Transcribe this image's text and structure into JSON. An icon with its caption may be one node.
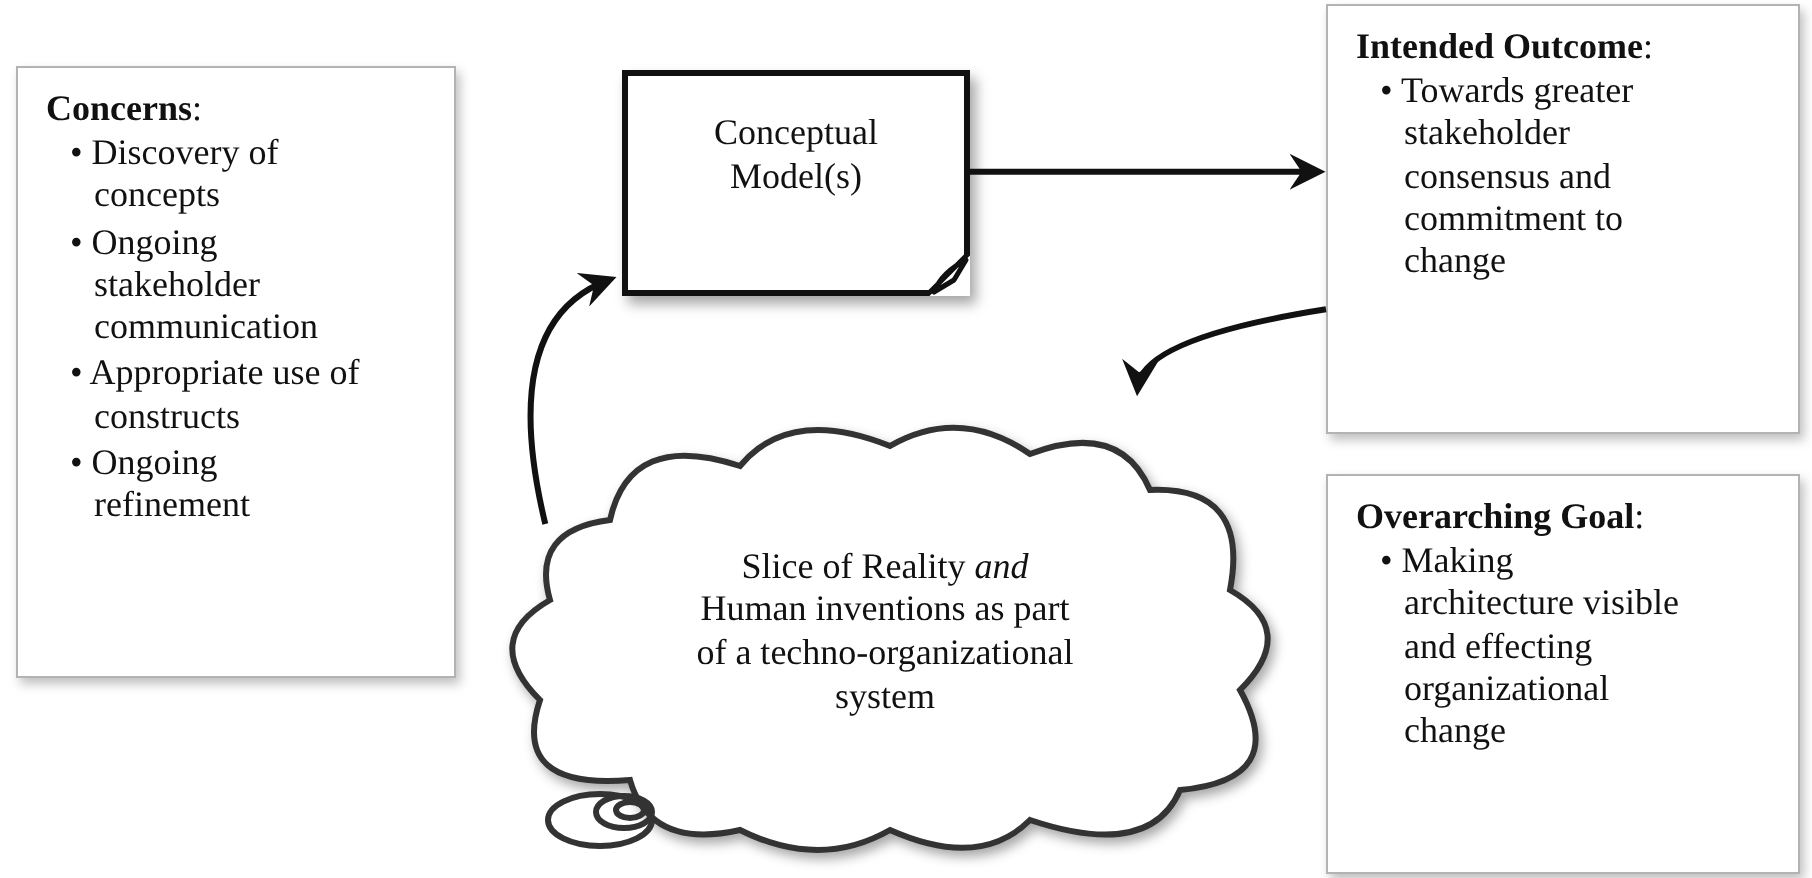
{
  "diagram": {
    "nodes": [
      {
        "text": [
          "**Concerns**:",
          "• Discovery of concepts",
          "• Ongoing stakeholder communication",
          "• Appropriate use of constructs",
          "• Ongoing refinement"
        ]
      },
      {
        "text": [
          "Conceptual Model(s)"
        ]
      },
      {
        "text": [
          "**Intended Outcome**:",
          "• Towards greater stakeholder consensus and commitment to change"
        ]
      },
      {
        "text": [
          "Slice of Reality *and* Human inventions as part of a techno-organizational system"
        ]
      },
      {
        "text": [
          "**Overarching Goal**:",
          "• Making architecture visible and effecting organizational change"
        ]
      }
    ],
    "edges": [
      {
        "from": 3,
        "to": 1,
        "arrow": "to"
      },
      {
        "from": 1,
        "to": 2,
        "arrow": "to"
      },
      {
        "from": 2,
        "to": 3,
        "arrow": "to"
      }
    ]
  }
}
